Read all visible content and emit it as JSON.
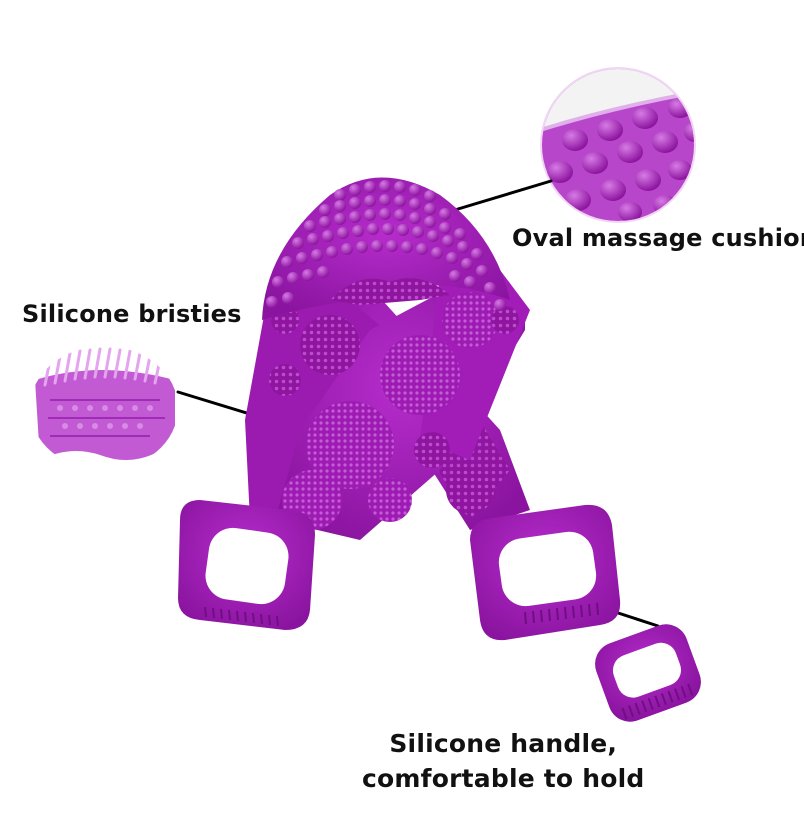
{
  "labels": {
    "oval_cushion": "Oval massage cushion",
    "bristles": "Silicone bristies",
    "handle_line1": "Silicone handle,",
    "handle_line2": "comfortable to hold"
  },
  "colors": {
    "product": "#a21cb8",
    "product_dark": "#6f0f82",
    "product_light": "#c24fd6",
    "callout_line": "#000000",
    "background": "#ffffff"
  }
}
